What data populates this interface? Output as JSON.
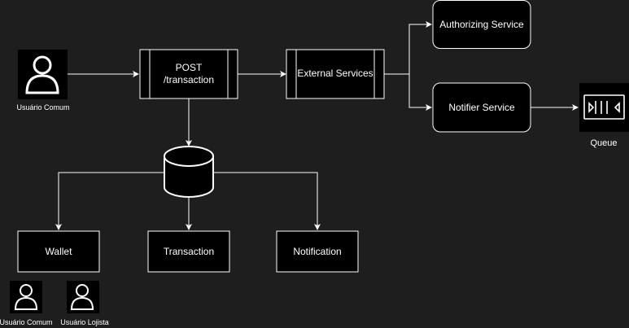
{
  "nodes": {
    "actor_user": {
      "label": "Usuário Comum"
    },
    "post_transaction": {
      "label_line1": "POST",
      "label_line2": "/transaction"
    },
    "external_services": {
      "label": "External Services"
    },
    "authorizing_service": {
      "label": "Authorizing Service"
    },
    "notifier_service": {
      "label": "Notifier Service"
    },
    "queue": {
      "label": "Queue"
    },
    "database": {
      "label": ""
    },
    "wallet": {
      "label": "Wallet"
    },
    "transaction": {
      "label": "Transaction"
    },
    "notification": {
      "label": "Notification"
    },
    "wallet_user_comum": {
      "label": "Usuário Comum"
    },
    "wallet_user_lojista": {
      "label": "Usuário Lojista"
    }
  },
  "edges": [
    {
      "from": "Usuário Comum",
      "to": "POST /transaction"
    },
    {
      "from": "POST /transaction",
      "to": "External Services"
    },
    {
      "from": "External Services",
      "to": "Authorizing Service"
    },
    {
      "from": "External Services",
      "to": "Notifier Service"
    },
    {
      "from": "Notifier Service",
      "to": "Queue"
    },
    {
      "from": "POST /transaction",
      "to": "Database"
    },
    {
      "from": "Database",
      "to": "Wallet"
    },
    {
      "from": "Database",
      "to": "Transaction"
    },
    {
      "from": "Database",
      "to": "Notification"
    }
  ],
  "colors": {
    "background": "#1e1e1e",
    "stroke": "#ffffff",
    "fill": "#000000"
  }
}
